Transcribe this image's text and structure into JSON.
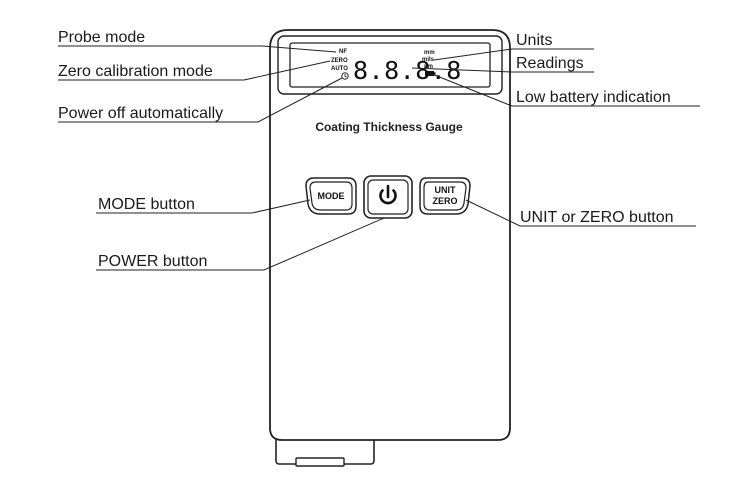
{
  "device": {
    "title": "Coating Thickness Gauge",
    "lcd": {
      "probe_mode": "NF",
      "zero_mode": "ZERO",
      "auto_off": "AUTO",
      "digits": "8.8.8.8",
      "unit_top": "mm",
      "unit_mid": "mils",
      "unit_bottom": "μm"
    },
    "buttons": {
      "mode_label": "MODE",
      "unit_label_line1": "UNIT",
      "unit_label_line2": "ZERO"
    }
  },
  "callouts": {
    "probe_mode": "Probe mode",
    "zero_calibration_mode": "Zero calibration mode",
    "power_off_automatically": "Power off automatically",
    "units": "Units",
    "readings": "Readings",
    "low_battery_indication": "Low battery indication",
    "mode_button": "MODE button",
    "power_button": "POWER button",
    "unit_or_zero_button": "UNIT or ZERO button"
  }
}
